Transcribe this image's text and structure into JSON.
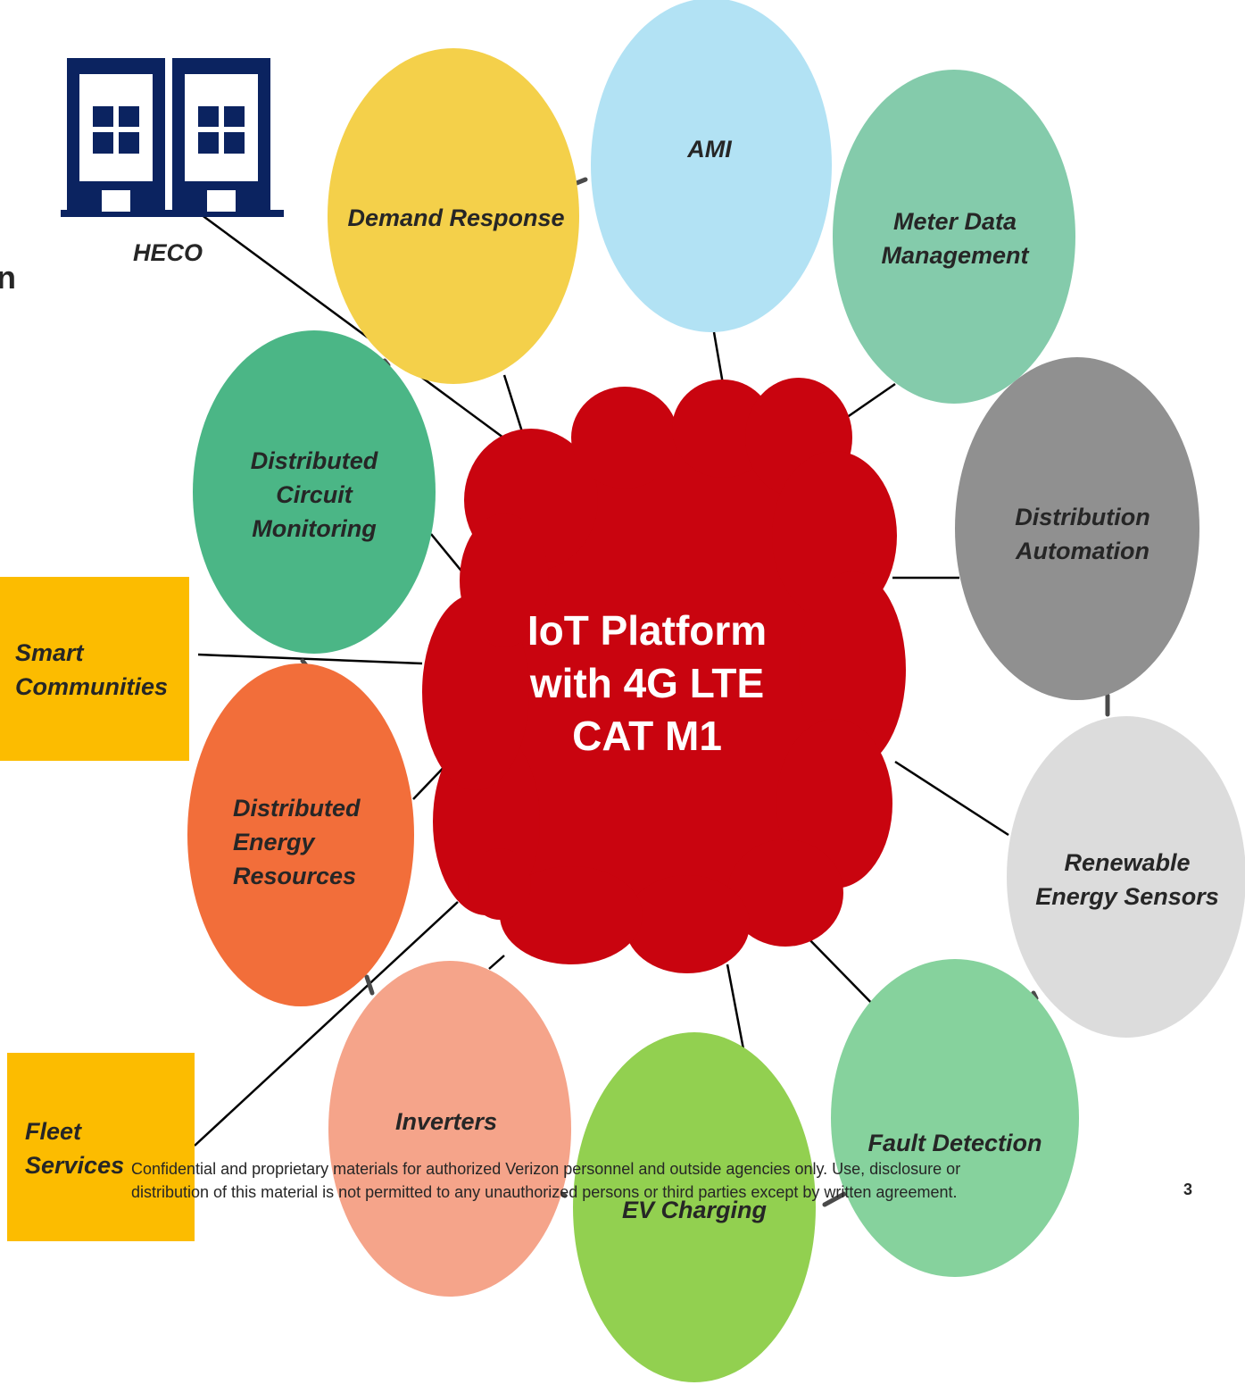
{
  "colors": {
    "cloud": "#c9040f",
    "box": "#fcbc00",
    "building": "#0b2360",
    "demand_response": "#f4d04a",
    "ami": "#b2e2f4",
    "meter_data": "#84cbab",
    "distribution_automation": "#909090",
    "renewable": "#dcdcdc",
    "fault_detection": "#86d29d",
    "ev_charging": "#92d050",
    "inverters": "#f5a48a",
    "der": "#f26e3a",
    "circuit_monitoring": "#4bb686"
  },
  "center": {
    "label": "IoT Platform\nwith 4G LTE\nCAT M1"
  },
  "heco": {
    "icon": "building-icon",
    "label": "HECO"
  },
  "cut_letter": "n",
  "boxes": {
    "smart_communities": "Smart\nCommunities",
    "fleet_services": "Fleet\nServices"
  },
  "nodes": {
    "demand_response": "Demand Response",
    "ami": "AMI",
    "meter_data": "Meter Data\nManagement",
    "distribution_automation": "Distribution\nAutomation",
    "renewable": "Renewable\nEnergy Sensors",
    "fault_detection": "Fault Detection",
    "ev_charging": "EV Charging",
    "inverters": "Inverters",
    "der": "Distributed\nEnergy\nResources",
    "circuit_monitoring": "Distributed\nCircuit\nMonitoring"
  },
  "footer": {
    "line1": "Confidential and proprietary materials for authorized Verizon personnel and outside agencies only. Use, disclosure or",
    "line2": "distribution of this material is not permitted to any unauthorized persons or third parties except by written agreement.",
    "page_number": "3"
  }
}
